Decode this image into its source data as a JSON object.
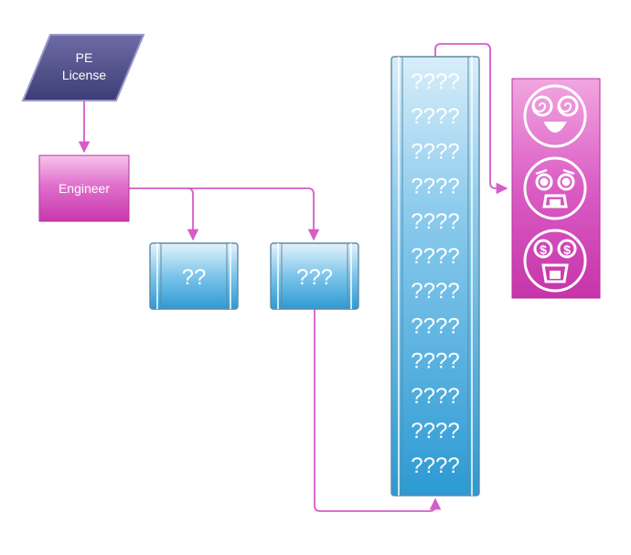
{
  "diagram": {
    "nodes": {
      "pe_license": {
        "line1": "PE",
        "line2": "License"
      },
      "engineer": {
        "label": "Engineer"
      },
      "process_small": {
        "label": "??"
      },
      "process_medium": {
        "label": "???"
      },
      "process_tall": {
        "labels": [
          "????",
          "????",
          "????",
          "????",
          "????",
          "????",
          "????",
          "????",
          "????",
          "????",
          "????",
          "????"
        ]
      },
      "emoji_panel": {
        "icons": [
          "hypnotized-laughing-face-icon",
          "shocked-screaming-face-icon",
          "money-eyes-face-icon"
        ]
      }
    },
    "colors": {
      "connector": "#d65cc8",
      "parallelogram": "#4e4d86",
      "magenta_top": "#f4b3e6",
      "magenta_bottom": "#cf3fb4",
      "blue_top": "#d5ecf8",
      "blue_bottom": "#2f9fd6"
    }
  }
}
